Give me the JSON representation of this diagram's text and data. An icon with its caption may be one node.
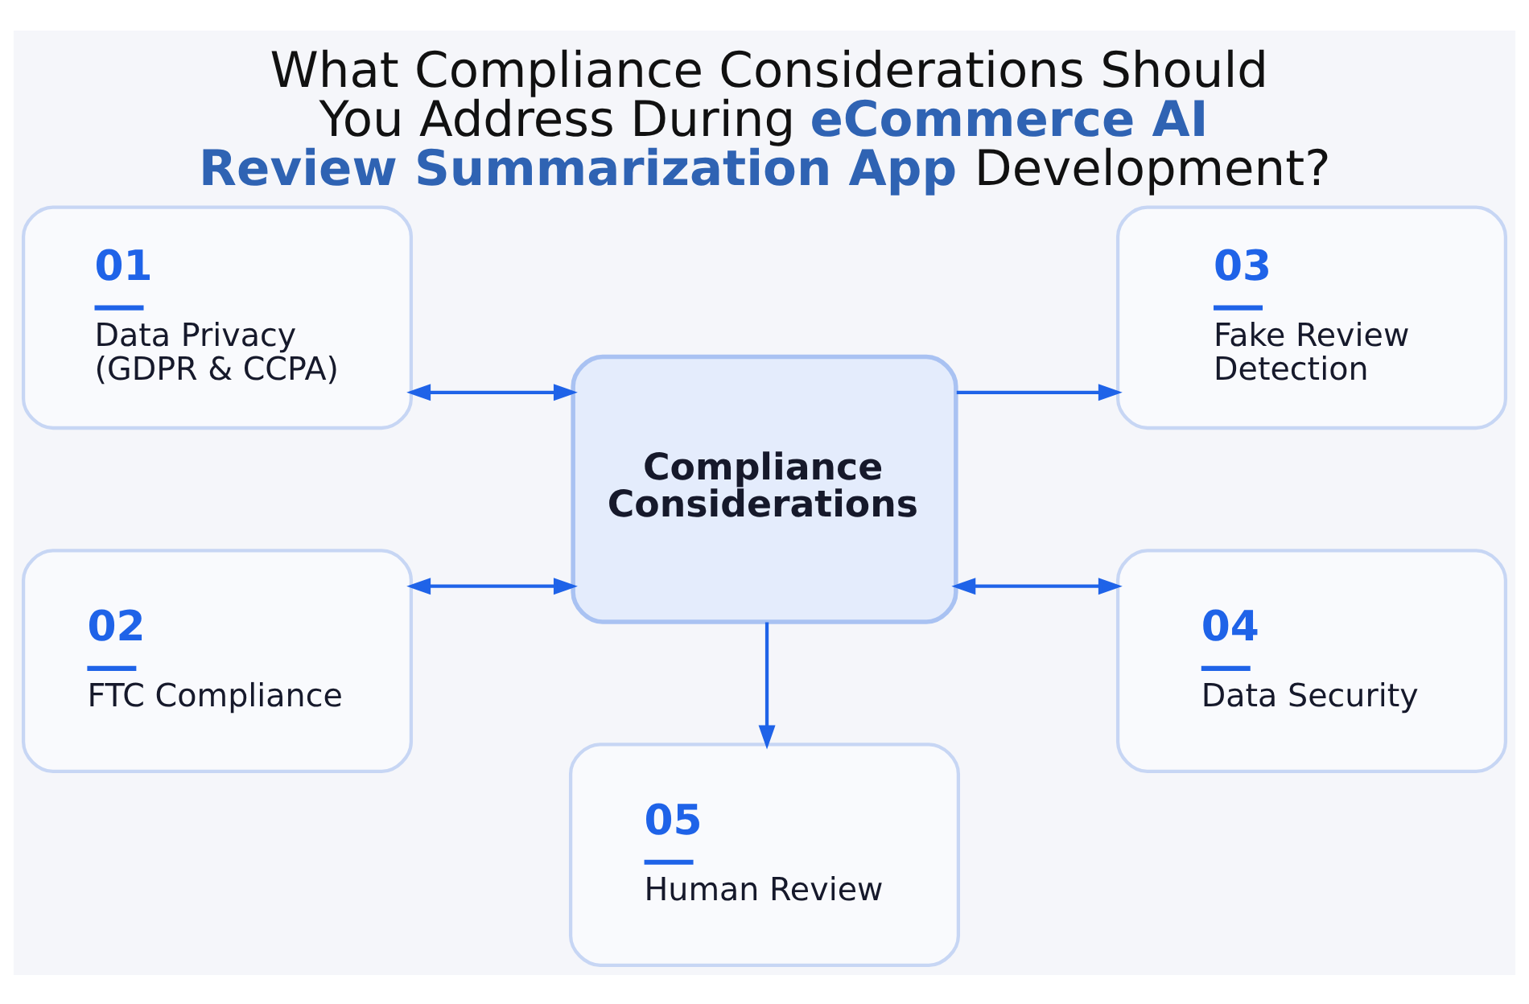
{
  "diagram": {
    "title": "What Compliance Considerations Should You Address During **eCommerce AI Review Summarization App** Development?",
    "nodes": [
      {
        "text": [
          "01",
          "Data Privacy (GDPR & CCPA)"
        ]
      },
      {
        "text": [
          "03",
          "Fake Review Detection"
        ]
      },
      {
        "text": [
          "Compliance Considerations"
        ]
      },
      {
        "text": [
          "02",
          "FTC Compliance"
        ]
      },
      {
        "text": [
          "04",
          "Data Security"
        ]
      },
      {
        "text": [
          "05",
          "Human Review"
        ]
      }
    ],
    "edges": [
      {
        "from": 0,
        "to": 2,
        "arrow": "both"
      },
      {
        "from": 3,
        "to": 2,
        "arrow": "both"
      },
      {
        "from": 2,
        "to": 1,
        "arrow": "to"
      },
      {
        "from": 2,
        "to": 4,
        "arrow": "both"
      },
      {
        "from": 2,
        "to": 5,
        "arrow": "to"
      }
    ]
  }
}
